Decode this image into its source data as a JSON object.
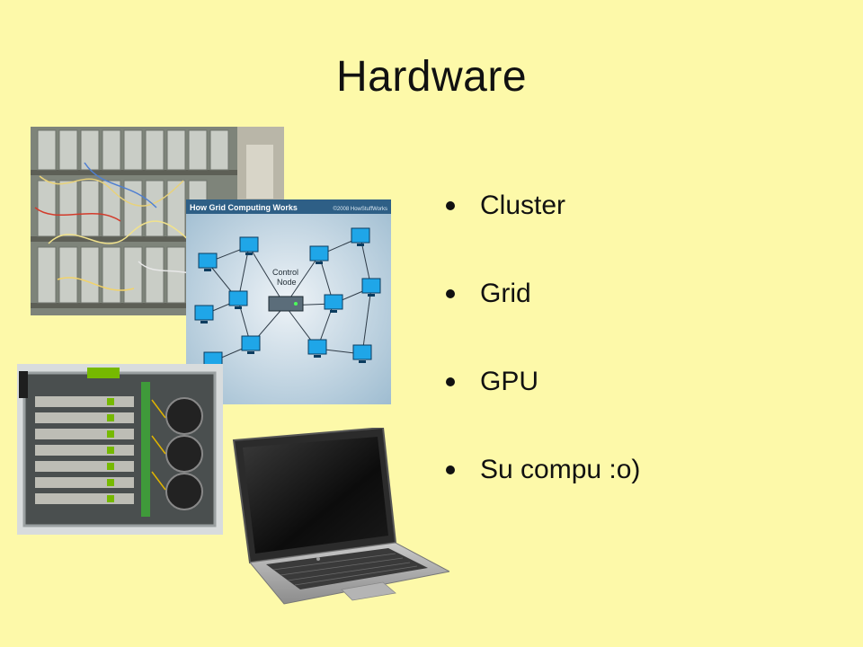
{
  "slide": {
    "title": "Hardware",
    "bullets": [
      "Cluster",
      "Grid",
      "GPU",
      "Su compu :o)"
    ]
  },
  "images": {
    "grid_diagram": {
      "caption": "How Grid Computing Works",
      "copyright": "©2008 HowStuffWorks",
      "node_label_line1": "Control",
      "node_label_line2": "Node"
    }
  },
  "colors": {
    "background": "#fdf9a9",
    "text": "#111111"
  }
}
